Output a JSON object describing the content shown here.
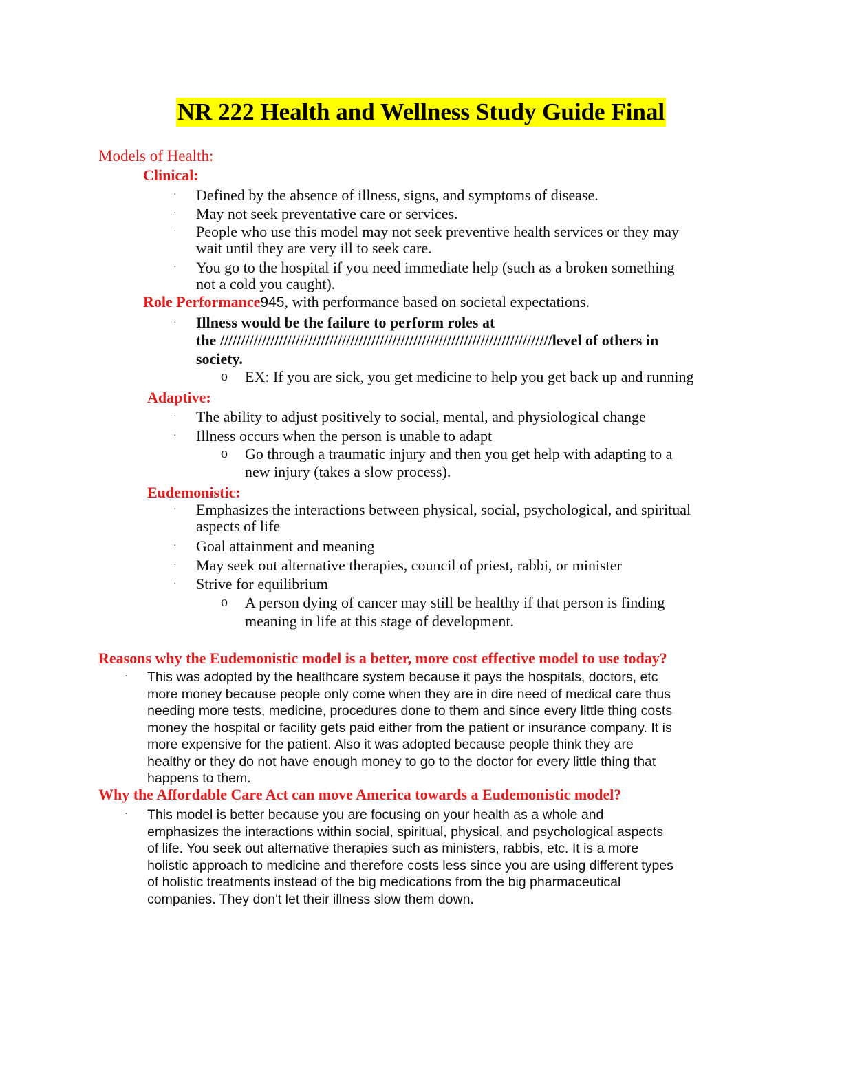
{
  "title": "NR 222 Health and Wellness Study Guide Final",
  "models_heading": "Models of Health:",
  "clinical": {
    "heading": "Clinical:",
    "bullets": [
      "Defined by the absence of illness, signs, and symptoms of disease.",
      "May not seek preventative care or services.",
      "People who use this model may not seek preventive health services or they may",
      "wait until they are very ill to seek care.",
      "You go to the hospital if you need immediate help (such as  a broken something",
      "not a cold you caught)."
    ]
  },
  "role": {
    "heading": "Role Performance",
    "number": "945",
    "heading_rest": ", with performance based on societal expectations.",
    "bullet_line1": "Illness would be the failure to perform roles at",
    "bullet_line2": "the ///////////////////////////////////////////////////////////////////////////////level of others in",
    "bullet_line3": "society.",
    "sub": "EX: If you are sick, you get medicine to help you get back up and running"
  },
  "adaptive": {
    "heading": "Adaptive:",
    "bullets": [
      "The ability to adjust positively to social, mental, and physiological change",
      "Illness occurs when the person is unable to adapt"
    ],
    "sub_line1": "Go through a traumatic injury and then you get help with adapting to a",
    "sub_line2": "new injury (takes a slow process)."
  },
  "eudemonistic": {
    "heading": "Eudemonistic:",
    "bullets": [
      "Emphasizes the interactions between physical, social, psychological, and spiritual",
      "aspects of life",
      "Goal attainment and meaning",
      "May seek out alternative therapies, council of priest, rabbi, or minister",
      "Strive for equilibrium"
    ],
    "sub_line1": "A person dying of cancer may still be healthy if that person is finding",
    "sub_line2": "meaning in life at this stage of development."
  },
  "reasons": {
    "question": "Reasons why the Eudemonistic model is a better, more cost effective model to use today?",
    "lines": [
      "This was adopted by the healthcare system because it pays the hospitals, doctors, etc",
      "more money because people only come when they are in dire need of medical care thus",
      "needing more tests, medicine, procedures done to them and since every little thing costs",
      "money the hospital or facility gets paid either from the patient or insurance company. It is",
      "more expensive for the patient. Also it was adopted because people think they are",
      "healthy or they do not have enough money to go to the doctor for every little thing that",
      "happens to them."
    ]
  },
  "aca": {
    "question": "Why the Affordable Care Act can move America towards a Eudemonistic model?",
    "lines": [
      "This model is better because you are focusing on your health as a whole and",
      "emphasizes the interactions within social, spiritual, physical, and psychological aspects",
      "of life. You seek out alternative therapies such as ministers, rabbis, etc. It is a more",
      "holistic approach to medicine and therefore costs less since you are using different types",
      "of holistic treatments instead of the big medications from the big pharmaceutical",
      "companies. They don't let their illness slow them down."
    ]
  }
}
